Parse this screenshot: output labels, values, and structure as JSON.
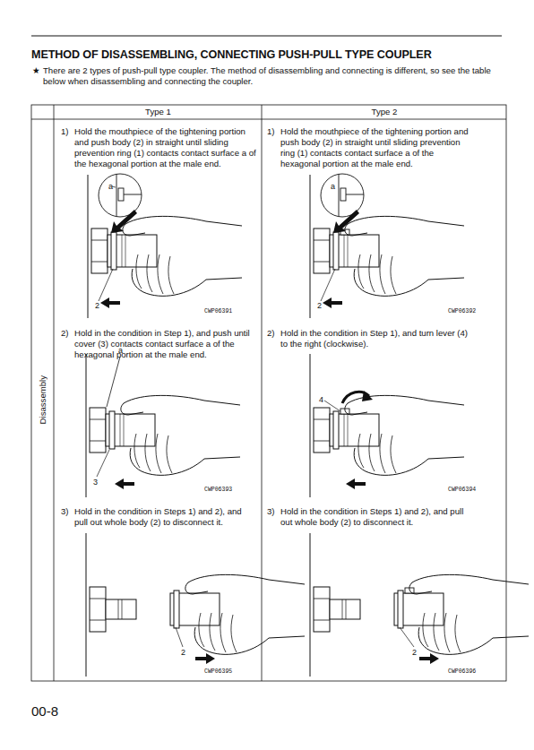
{
  "diagram": {
    "title": "METHOD OF DISASSEMBLING, CONNECTING PUSH-PULL TYPE COUPLER",
    "nodes": [
      {
        "text": [
          "Type 1"
        ]
      },
      {
        "text": [
          "Type 2"
        ]
      },
      {
        "text": [
          "Disassembly"
        ]
      },
      {
        "text": [
          "1)",
          "Hold the mouthpiece of the tightening portion and push body (2) in straight until sliding prevention ring (1) contacts contact surface a of the hexagonal portion at the male end."
        ]
      },
      {
        "text": [
          "1)",
          "Hold the mouthpiece of the tightening portion and push body (2) in straight until sliding prevention ring (1) contacts contact surface a of the hexagonal portion at the male end."
        ]
      },
      {
        "text": [
          "2)",
          "Hold in the condition in Step 1), and push until cover (3) contacts contact surface a of the hexagonal portion at the male end."
        ]
      },
      {
        "text": [
          "2)",
          "Hold in the condition in Step 1), and turn lever (4) to the right (clockwise)."
        ]
      },
      {
        "text": [
          "3)",
          "Hold in the condition in Steps 1) and 2), and pull out whole body (2) to disconnect it."
        ]
      },
      {
        "text": [
          "3)",
          "Hold in the condition in Steps 1) and 2), and pull out whole body (2) to disconnect it."
        ]
      }
    ],
    "labels": [
      "★",
      "There are 2 types of push-pull type coupler. The method of disassembling and connecting is different, so see the table below when disassembling and connecting the coupler.",
      "a",
      "2",
      "CWP06391",
      "a",
      "2",
      "CWP06392",
      "a",
      "3",
      "CWP06393",
      "4",
      "CWP06394",
      "2",
      "CWP06395",
      "2",
      "CWP06396",
      "00-8"
    ]
  }
}
